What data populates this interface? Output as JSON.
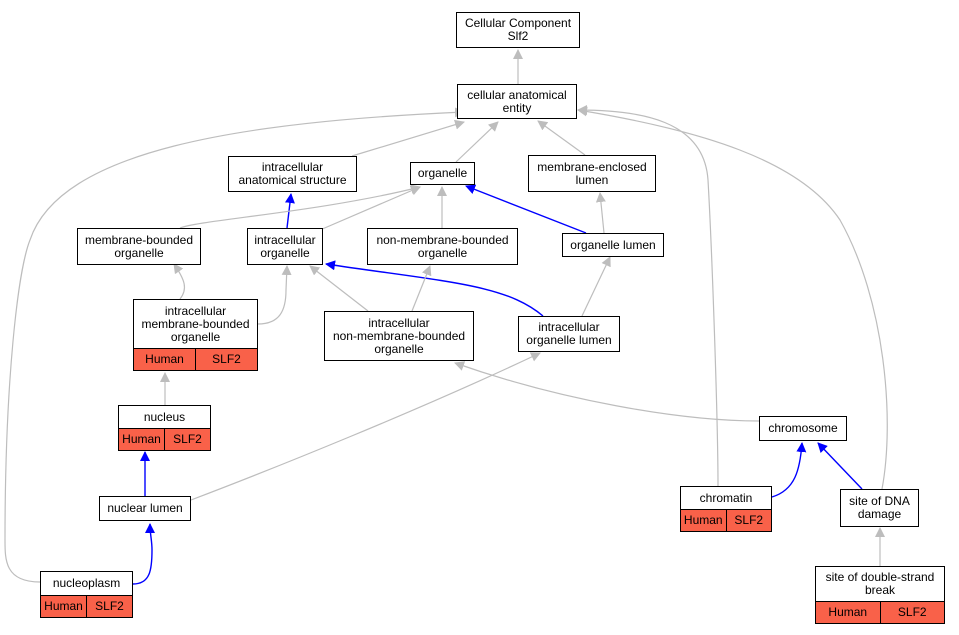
{
  "colors": {
    "gray_edge": "#bdbdbd",
    "blue_edge": "#0000ff",
    "annotation_fill": "#f96149"
  },
  "nodes": [
    {
      "id": "cc",
      "lines": [
        "Cellular Component",
        "Slf2"
      ]
    },
    {
      "id": "cae",
      "lines": [
        "cellular anatomical",
        "entity"
      ]
    },
    {
      "id": "ias",
      "lines": [
        "intracellular",
        "anatomical structure"
      ]
    },
    {
      "id": "org",
      "lines": [
        "organelle"
      ]
    },
    {
      "id": "mel",
      "lines": [
        "membrane-enclosed",
        "lumen"
      ]
    },
    {
      "id": "mbo",
      "lines": [
        "membrane-bounded",
        "organelle"
      ]
    },
    {
      "id": "ico",
      "lines": [
        "intracellular",
        "organelle"
      ]
    },
    {
      "id": "nmbo",
      "lines": [
        "non-membrane-bounded",
        "organelle"
      ]
    },
    {
      "id": "ol",
      "lines": [
        "organelle lumen"
      ]
    },
    {
      "id": "imbo",
      "lines": [
        "intracellular",
        "membrane-bounded",
        "organelle"
      ],
      "ann": [
        "Human",
        "SLF2"
      ]
    },
    {
      "id": "inmbo",
      "lines": [
        "intracellular",
        "non-membrane-bounded",
        "organelle"
      ]
    },
    {
      "id": "iol",
      "lines": [
        "intracellular",
        "organelle lumen"
      ]
    },
    {
      "id": "nuc",
      "lines": [
        "nucleus"
      ],
      "ann": [
        "Human",
        "SLF2"
      ]
    },
    {
      "id": "chr",
      "lines": [
        "chromosome"
      ]
    },
    {
      "id": "nl",
      "lines": [
        "nuclear lumen"
      ]
    },
    {
      "id": "chrm",
      "lines": [
        "chromatin"
      ],
      "ann": [
        "Human",
        "SLF2"
      ]
    },
    {
      "id": "sdd",
      "lines": [
        "site of DNA",
        "damage"
      ]
    },
    {
      "id": "np",
      "lines": [
        "nucleoplasm"
      ],
      "ann": [
        "Human",
        "SLF2"
      ]
    },
    {
      "id": "sdsb",
      "lines": [
        "site of double-strand",
        "break"
      ],
      "ann": [
        "Human",
        "SLF2"
      ]
    }
  ],
  "edges": [
    {
      "from": "cae",
      "to": "cc",
      "kind": "gray"
    },
    {
      "from": "ias",
      "to": "cae",
      "kind": "gray"
    },
    {
      "from": "org",
      "to": "cae",
      "kind": "gray"
    },
    {
      "from": "mel",
      "to": "cae",
      "kind": "gray"
    },
    {
      "from": "np",
      "to": "cae",
      "kind": "gray"
    },
    {
      "from": "chrm",
      "to": "cae",
      "kind": "gray"
    },
    {
      "from": "sdd",
      "to": "cae",
      "kind": "gray"
    },
    {
      "from": "ico",
      "to": "ias",
      "kind": "blue"
    },
    {
      "from": "mbo",
      "to": "org",
      "kind": "gray"
    },
    {
      "from": "ico",
      "to": "org",
      "kind": "gray"
    },
    {
      "from": "nmbo",
      "to": "org",
      "kind": "gray"
    },
    {
      "from": "ol",
      "to": "org",
      "kind": "blue"
    },
    {
      "from": "ol",
      "to": "mel",
      "kind": "gray"
    },
    {
      "from": "imbo",
      "to": "mbo",
      "kind": "gray"
    },
    {
      "from": "imbo",
      "to": "ico",
      "kind": "gray"
    },
    {
      "from": "inmbo",
      "to": "ico",
      "kind": "gray"
    },
    {
      "from": "iol",
      "to": "ico",
      "kind": "blue"
    },
    {
      "from": "inmbo",
      "to": "nmbo",
      "kind": "gray"
    },
    {
      "from": "iol",
      "to": "ol",
      "kind": "gray"
    },
    {
      "from": "nuc",
      "to": "imbo",
      "kind": "gray"
    },
    {
      "from": "chr",
      "to": "inmbo",
      "kind": "gray"
    },
    {
      "from": "nl",
      "to": "iol",
      "kind": "gray"
    },
    {
      "from": "nl",
      "to": "nuc",
      "kind": "blue"
    },
    {
      "from": "np",
      "to": "nl",
      "kind": "blue"
    },
    {
      "from": "chrm",
      "to": "chr",
      "kind": "blue"
    },
    {
      "from": "sdd",
      "to": "chr",
      "kind": "blue"
    },
    {
      "from": "sdsb",
      "to": "sdd",
      "kind": "gray"
    }
  ]
}
